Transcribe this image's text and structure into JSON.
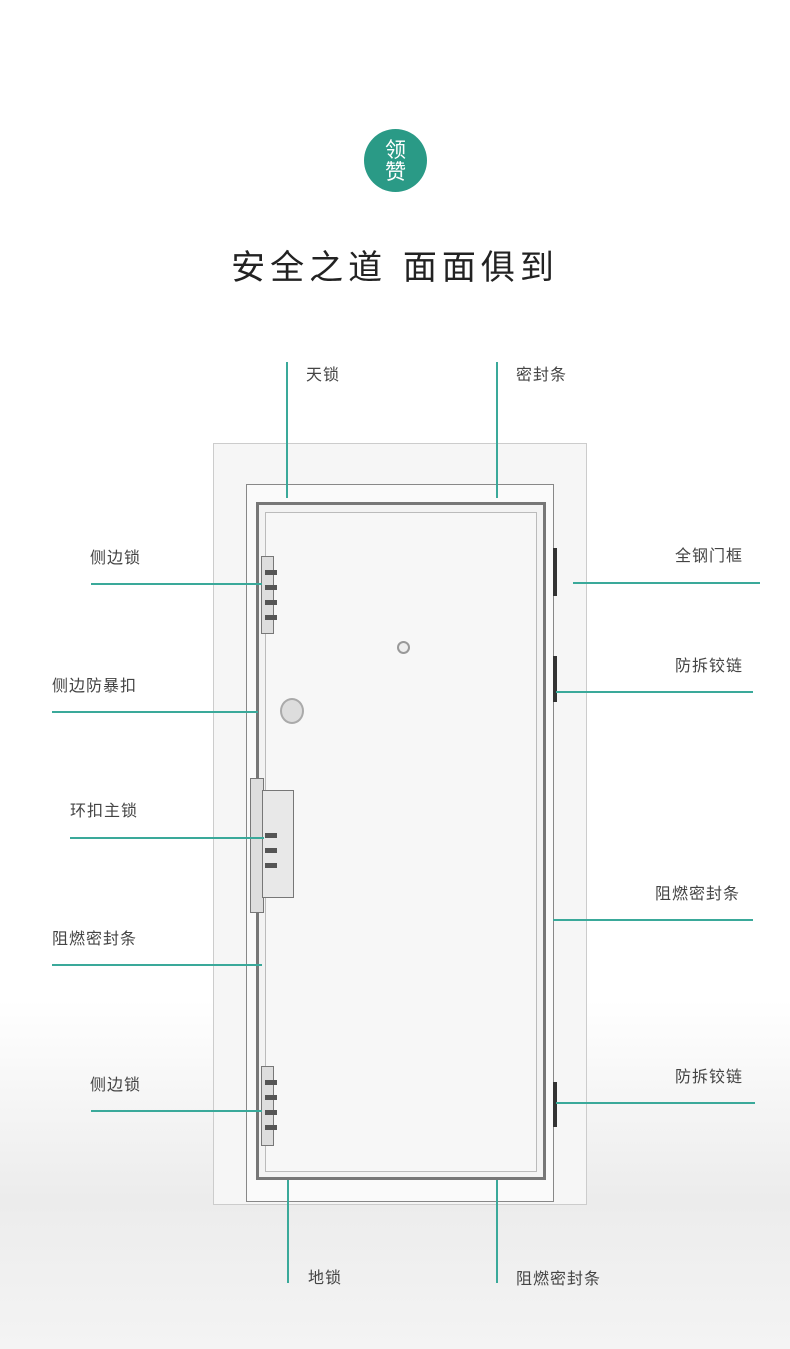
{
  "logo": {
    "text_line1": "领",
    "text_line2": "赞",
    "color": "#2a9a86"
  },
  "title": "安全之道  面面俱到",
  "labels": {
    "top_lock": "天锁",
    "top_seal": "密封条",
    "side_lock_upper": "侧边锁",
    "side_anti_riot": "侧边防暴扣",
    "main_lock": "环扣主锁",
    "fire_seal_left": "阻燃密封条",
    "side_lock_lower": "侧边锁",
    "floor_lock": "地锁",
    "fire_seal_bottom": "阻燃密封条",
    "steel_frame": "全钢门框",
    "hinge_upper": "防拆铰链",
    "fire_seal_right": "阻燃密封条",
    "hinge_lower": "防拆铰链"
  },
  "accent": "#3aa99a"
}
